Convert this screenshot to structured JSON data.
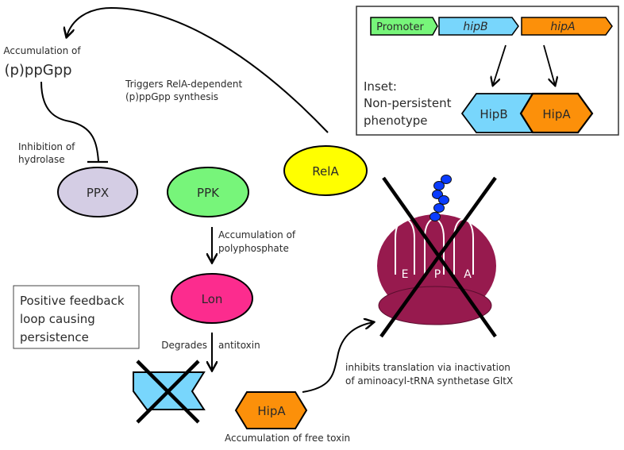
{
  "colors": {
    "ppx": "#d4cde4",
    "ppk": "#77f57a",
    "rela": "#ffff00",
    "lon": "#fc2c8e",
    "hipb": "#78d6fc",
    "hipa": "#fc900a",
    "promoter": "#77f57a",
    "ribosome": "#971a4e",
    "trna_beads": "#0a3cff"
  },
  "nodes": {
    "ppx": "PPX",
    "ppk": "PPK",
    "rela": "RelA",
    "lon": "Lon",
    "hipa_free": "HipA"
  },
  "labels": {
    "accumulation_of": "Accumulation of",
    "ppgpp": "(p)ppGpp",
    "triggers_line1": "Triggers RelA-dependent",
    "triggers_line2": "(p)ppGpp synthesis",
    "inhibition_line1": "Inhibition of",
    "inhibition_line2": "hydrolase",
    "polyp_line1": "Accumulation of",
    "polyp_line2": "polyphosphate",
    "degrades": "Degrades",
    "antitoxin": "antitoxin",
    "free_toxin": "Accumulation of free toxin",
    "inhibits_line1": "inhibits translation via inactivation",
    "inhibits_line2": "of aminoacyl-tRNA synthetase GltX"
  },
  "feedback_box": {
    "line1": "Positive feedback",
    "line2": "loop causing",
    "line3": "persistence"
  },
  "ribosome_sites": [
    "E",
    "P",
    "A"
  ],
  "inset": {
    "genes": [
      "Promoter",
      "hipB",
      "hipA"
    ],
    "title_line1": "Inset:",
    "title_line2": "Non-persistent",
    "title_line3": "phenotype",
    "complex": [
      "HipB",
      "HipA"
    ]
  }
}
